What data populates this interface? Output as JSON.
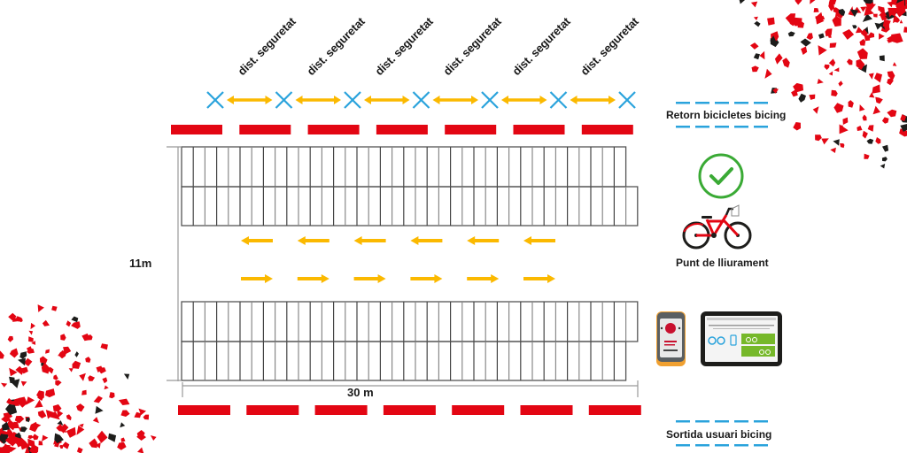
{
  "diagram": {
    "safety_labels": [
      "dist. seguretat",
      "dist. seguretat",
      "dist. seguretat",
      "dist. seguretat",
      "dist. seguretat",
      "dist. seguretat"
    ],
    "height_dimension": "11m",
    "width_dimension": "30 m",
    "grid": {
      "rows": [
        {
          "columns": 38
        },
        {
          "columns": 39
        },
        {
          "columns": 39
        },
        {
          "columns": 38
        }
      ]
    },
    "flow_arrows": {
      "left_row_count": 6,
      "right_row_count": 6
    },
    "safety_markers_count": 7,
    "safety_arrows_count": 6,
    "top_barrier_segments": 7,
    "bottom_barrier_segments": 7
  },
  "legend": {
    "return_label": "Retorn bicicletes  bicing",
    "delivery_label": "Punt de lliurament",
    "exit_label": "Sortida usuari bicing"
  },
  "colors": {
    "barrier_red": "#e30613",
    "arrow_yellow": "#fbb900",
    "marker_blue": "#2aa3dc",
    "check_green": "#3aaa35",
    "confetti_black": "#1d1d1b"
  }
}
